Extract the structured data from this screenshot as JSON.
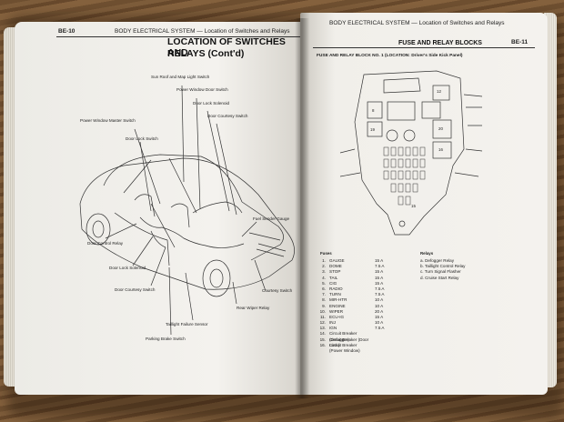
{
  "left_page": {
    "page_number": "BE-10",
    "running_head": "BODY ELECTRICAL SYSTEM — Location of Switches and Relays",
    "title_line1": "LOCATION OF SWITCHES AND",
    "title_line2": "RELAYS (Cont'd)",
    "labels": [
      "Sun Roof and Map Light Switch",
      "Power Window Door Switch",
      "Door Lock Solenoid",
      "Door Courtesy Switch",
      "Power Window Master Switch",
      "Door Lock Switch",
      "Fuel Sender Gauge",
      "Door Control Relay",
      "Door Lock Solenoid",
      "Door Courtesy Switch",
      "Courtesy Switch",
      "Rear Wiper Relay",
      "Taillight Failure Sensor",
      "Parking Brake Switch"
    ]
  },
  "right_page": {
    "page_number": "BE-11",
    "running_head": "BODY ELECTRICAL SYSTEM — Location of Switches and Relays",
    "title": "FUSE AND RELAY BLOCKS",
    "subtitle": "FUSE AND RELAY BLOCK NO. 1 (LOCATION: Driver's Side Kick Panel)",
    "fuse_marks": [
      "12",
      "8",
      "19",
      "20",
      "16",
      "15"
    ],
    "fuses_heading": "Fuses",
    "fuses": [
      {
        "n": "1.",
        "name": "GAUGE",
        "amps": "15 A"
      },
      {
        "n": "2.",
        "name": "DOME",
        "amps": "7.5 A"
      },
      {
        "n": "3.",
        "name": "STOP",
        "amps": "15 A"
      },
      {
        "n": "4.",
        "name": "TAIL",
        "amps": "15 A"
      },
      {
        "n": "5.",
        "name": "CIG",
        "amps": "15 A"
      },
      {
        "n": "6.",
        "name": "RADIO",
        "amps": "7.5 A"
      },
      {
        "n": "7.",
        "name": "TURN",
        "amps": "7.5 A"
      },
      {
        "n": "8.",
        "name": "MIR-HTR",
        "amps": "10 A"
      },
      {
        "n": "9.",
        "name": "ENGINE",
        "amps": "10 A"
      },
      {
        "n": "10.",
        "name": "WIPER",
        "amps": "20 A"
      },
      {
        "n": "11.",
        "name": "ECU-IG",
        "amps": "15 A"
      },
      {
        "n": "12.",
        "name": "INJ",
        "amps": "10 A"
      },
      {
        "n": "13.",
        "name": "IGN",
        "amps": "7.5 A"
      },
      {
        "n": "14.",
        "name": "Circuit Breaker (Defogger)",
        "amps": ""
      },
      {
        "n": "15.",
        "name": "Circuit Breaker (Door Lock)",
        "amps": ""
      },
      {
        "n": "16.",
        "name": "Circuit Breaker (Power Window)",
        "amps": ""
      }
    ],
    "relays_heading": "Relays",
    "relays": [
      "a.  Defogger Relay",
      "b.  Taillight Control Relay",
      "c.  Turn Signal Flasher",
      "d.  Cruise Start Relay"
    ]
  }
}
